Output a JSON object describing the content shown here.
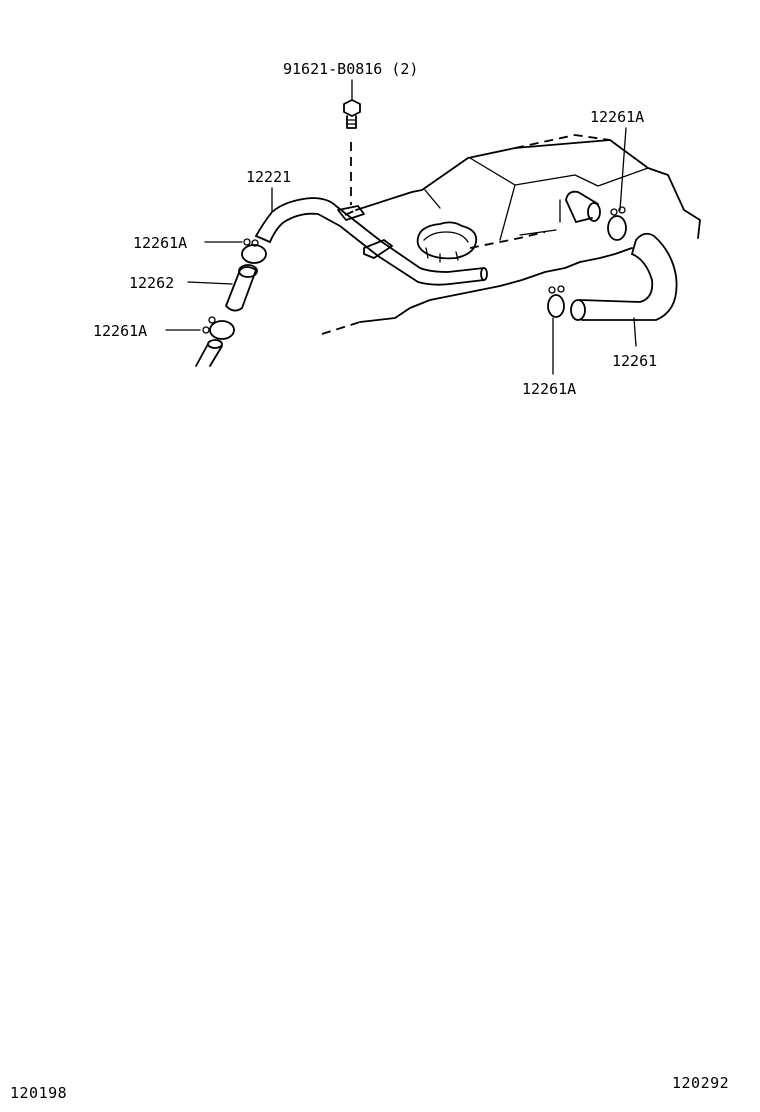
{
  "labels": {
    "bolt": "91621-B0816 (2)",
    "pipe": "12221",
    "clamp_top_right": "12261A",
    "clamp_left_upper": "12261A",
    "hose_left": "12262",
    "clamp_left_lower": "12261A",
    "hose_right": "12261",
    "clamp_bottom_right": "12261A"
  },
  "footer": {
    "left_code": "120198",
    "right_code": "120292"
  }
}
